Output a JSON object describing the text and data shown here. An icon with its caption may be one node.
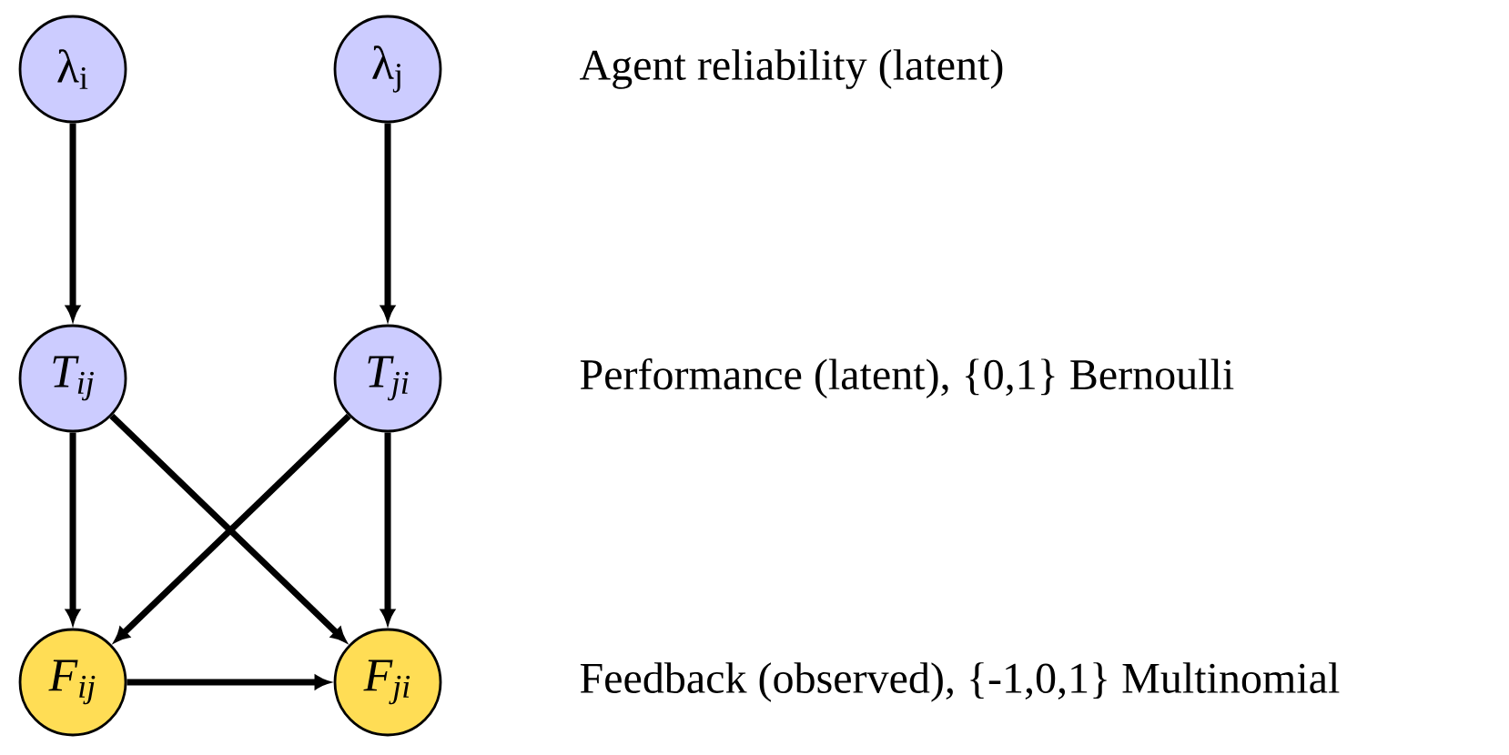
{
  "diagram": {
    "nodes": [
      {
        "text": [
          "λ$_{i}$"
        ]
      },
      {
        "text": [
          "λ$_{j}$"
        ]
      },
      {
        "text": [
          "T$_{ij}$"
        ]
      },
      {
        "text": [
          "T$_{ji}$"
        ]
      },
      {
        "text": [
          "F$_{ij}$"
        ]
      },
      {
        "text": [
          "F$_{ji}$"
        ]
      }
    ],
    "edges": [
      {
        "from": 0,
        "to": 2,
        "arrow": "to"
      },
      {
        "from": 1,
        "to": 3,
        "arrow": "to"
      },
      {
        "from": 2,
        "to": 4,
        "arrow": "to"
      },
      {
        "from": 2,
        "to": 5,
        "arrow": "to"
      },
      {
        "from": 3,
        "to": 4,
        "arrow": "to"
      },
      {
        "from": 3,
        "to": 5,
        "arrow": "to"
      },
      {
        "from": 4,
        "to": 5,
        "arrow": "to"
      }
    ],
    "labels": [
      "Agent reliability (latent)",
      "Performance (latent), {0,1} Bernoulli",
      "Feedback (observed), {-1,0,1} Multinomial"
    ]
  }
}
